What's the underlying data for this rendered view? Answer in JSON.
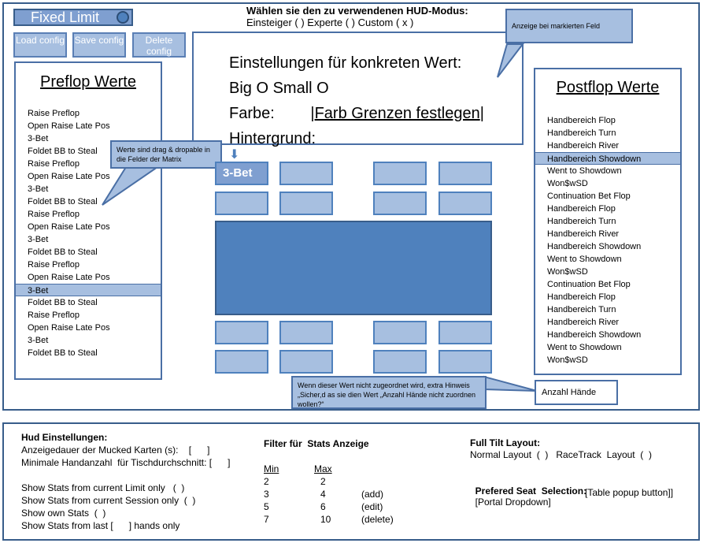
{
  "header": {
    "title": "Fixed Limit",
    "buttons": [
      {
        "label": "Load config"
      },
      {
        "label": "Save config"
      },
      {
        "label": "Delete config"
      }
    ],
    "hud_mode_label": "Wählen sie den zu verwendenen  HUD-Modus:",
    "hud_mode_options": "Einsteiger ( )  Experte  ( )  Custom ( x )"
  },
  "preflop": {
    "title": "Preflop Werte",
    "items": [
      "Raise Preflop",
      "Open Raise Late Pos",
      "3-Bet",
      "Foldet BB to Steal",
      "Raise Preflop",
      "Open Raise Late Pos",
      "3-Bet",
      "Foldet BB to Steal",
      "Raise Preflop",
      "Open Raise Late Pos",
      "3-Bet",
      "Foldet BB to Steal",
      "Raise Preflop",
      "Open Raise Late Pos",
      "3-Bet",
      "Foldet BB to Steal",
      "Raise Preflop",
      "Open Raise Late Pos",
      "3-Bet",
      "Foldet BB to Steal"
    ],
    "selected_index": 14
  },
  "postflop": {
    "title": "Postflop Werte",
    "items": [
      "Handbereich Flop",
      "Handbereich Turn",
      "Handbereich River",
      "Handbereich Showdown",
      "Went to Showdown",
      "Won$wSD",
      "Continuation Bet Flop",
      "Handbereich Flop",
      "Handbereich Turn",
      "Handbereich River",
      "Handbereich Showdown",
      "Went to Showdown",
      "Won$wSD",
      "Continuation Bet Flop",
      "Handbereich Flop",
      "Handbereich Turn",
      "Handbereich River",
      "Handbereich Showdown",
      "Went to Showdown",
      "Won$wSD"
    ],
    "selected_index": 3
  },
  "settings": {
    "heading": "Einstellungen für konkreten Wert:",
    "size_line": "Big O   Small O",
    "color_label": "Farbe:",
    "color_link": "Farb Grenzen festlegen",
    "background_label": "Hintergrund:"
  },
  "callouts": {
    "marked_field": "Anzeige bei markierten Feld",
    "drag_drop": "Werte sind drag & dropable in die Felder der Matrix",
    "unassigned": "Wenn dieser Wert nicht zugeordnet wird, extra Hinweis „Sicher,d as sie dien Wert „Anzahl Hände nicht zuordnen wollen?“"
  },
  "matrix": {
    "filled_cell_label": "3-Bet",
    "anzahl_haende": "Anzahl Hände",
    "arrow_glyph": "⬇"
  },
  "hud_settings": {
    "title": "Hud Einstellungen:",
    "lines": [
      "Anzeigedauer der Mucked Karten (s):    [      ]",
      "Minimale Handanzahl  für Tischdurchschnitt: [      ]",
      "",
      "Show Stats from current Limit only   (  )",
      "Show Stats from current Session only  (  )",
      "Show own Stats  (  )",
      "Show Stats from last [      ] hands only"
    ]
  },
  "filter": {
    "title": "Filter für  Stats Anzeige",
    "min_header": "Min",
    "max_header": "Max",
    "rows": [
      {
        "min": "2",
        "max": "2",
        "action": ""
      },
      {
        "min": "3",
        "max": "4",
        "action": "(add)"
      },
      {
        "min": "5",
        "max": "6",
        "action": "(edit)"
      },
      {
        "min": "7",
        "max": "10",
        "action": "(delete)"
      }
    ]
  },
  "layout": {
    "title": "Full Tilt Layout:",
    "options": "Normal Layout  (  )   RaceTrack  Layout  (  )",
    "seat_label": "Prefered Seat  Selection:",
    "seat_option1": "[Portal Dropdown]",
    "seat_option2": "[Table popup button]]"
  },
  "colors": {
    "accent": "#4f81bd",
    "light": "#a7bfe0",
    "border": "#385d8a"
  }
}
